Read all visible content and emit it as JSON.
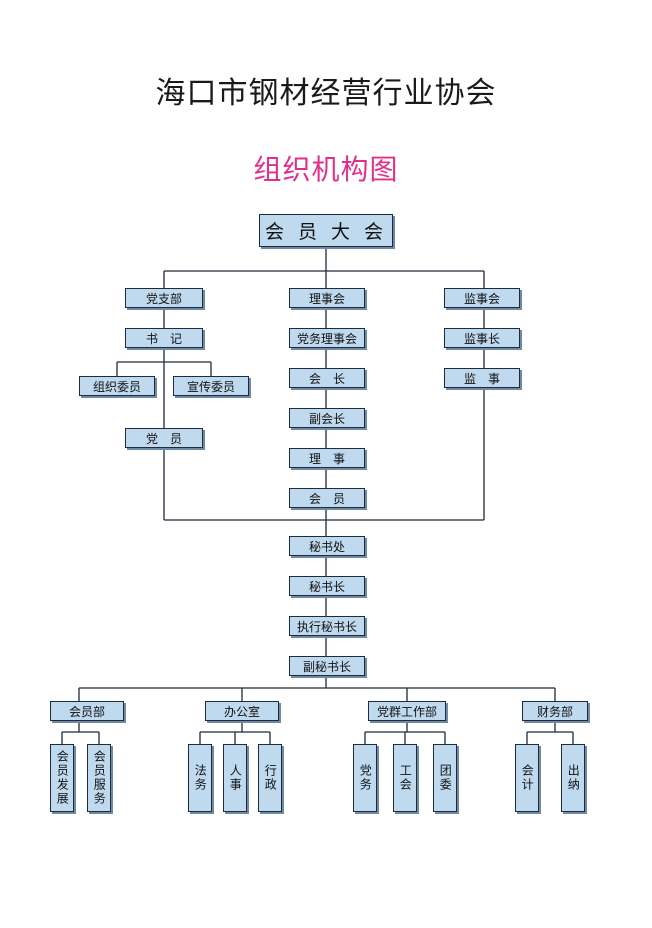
{
  "title": "海口市钢材经营行业协会",
  "subtitle": "组织机构图",
  "nodes": {
    "assembly": "会 员 大 会",
    "party_branch": "党支部",
    "council": "理事会",
    "supervisory_board": "监事会",
    "secretary": "书　记",
    "executive_council": "党务理事会",
    "chief_supervisor": "监事长",
    "organization_member": "组织委员",
    "propaganda_member": "宣传委员",
    "president": "会　长",
    "supervisor": "监　事",
    "vice_president": "副会长",
    "party_member": "党　员",
    "director": "理　事",
    "member": "会　员",
    "secretariat": "秘书处",
    "secretary_general": "秘书长",
    "executive_secretary_general": "执行秘书长",
    "deputy_secretary_general": "副秘书长",
    "membership_dept": "会员部",
    "office": "办公室",
    "party_mass_dept": "党群工作部",
    "finance_dept": "财务部",
    "member_development": "会员发展",
    "member_service": "会员服务",
    "legal_affairs": "法务",
    "personnel": "人事",
    "administration": "行政",
    "party_affairs": "党务",
    "trade_union": "工会",
    "youth_league": "团委",
    "accounting": "会计",
    "cashier": "出纳"
  }
}
